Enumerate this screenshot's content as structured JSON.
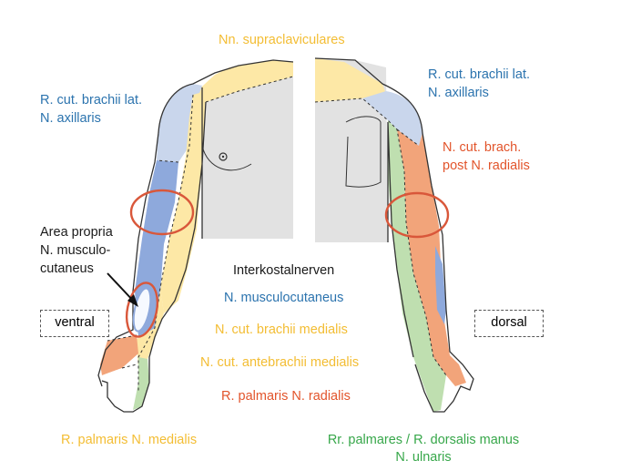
{
  "colors": {
    "blue": "#2b73ae",
    "yellow": "#f3bd33",
    "orange": "#e2542b",
    "green": "#37a74a",
    "black": "#1a1a1a",
    "region_blue_light": "#c9d6ec",
    "region_blue": "#8ea9dc",
    "region_yellow": "#fde8a6",
    "region_orange": "#f2a47a",
    "region_green": "#bfdfb0",
    "region_gray": "#e2e2e2",
    "ring": "#d9573a"
  },
  "labels": {
    "supraclaviculares": "Nn. supraclaviculares",
    "axillaris_left_1": "R. cut. brachii lat.",
    "axillaris_left_2": "N. axillaris",
    "axillaris_right_1": "R. cut. brachii lat.",
    "axillaris_right_2": "N. axillaris",
    "radialis_post_1": "N. cut. brach.",
    "radialis_post_2": "post N. radialis",
    "area_propria_1": "Area propria",
    "area_propria_2": "N. musculo-",
    "area_propria_3": "cutaneus",
    "interkostal": "Interkostalnerven",
    "musculocutaneus": "N. musculocutaneus",
    "brachii_medialis": "N. cut. brachii medialis",
    "antebrachii_medialis": "N. cut. antebrachii medialis",
    "palmaris_radialis": "R. palmaris N. radialis",
    "palmaris_medialis": "R. palmaris N. medialis",
    "ulnaris_1": "Rr. palmares / R. dorsalis manus",
    "ulnaris_2": "N. ulnaris"
  },
  "views": {
    "ventral": "ventral",
    "dorsal": "dorsal"
  }
}
